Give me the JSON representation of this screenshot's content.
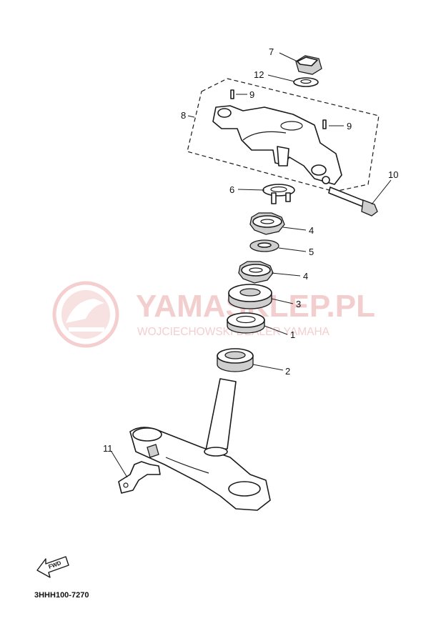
{
  "watermark": {
    "title": "YAMASKLEP.PL",
    "subtitle": "WOJCIECHOWSKI DEALER YAMAHA",
    "color": "#f2c9c9"
  },
  "diagram_code": "3HHH100-7270",
  "fwd_label": "FWD",
  "callouts": {
    "c7": "7",
    "c12": "12",
    "c9a": "9",
    "c8": "8",
    "c9b": "9",
    "c10": "10",
    "c6": "6",
    "c4a": "4",
    "c5": "5",
    "c4b": "4",
    "c3": "3",
    "c1": "1",
    "c2": "2",
    "c11": "11"
  }
}
